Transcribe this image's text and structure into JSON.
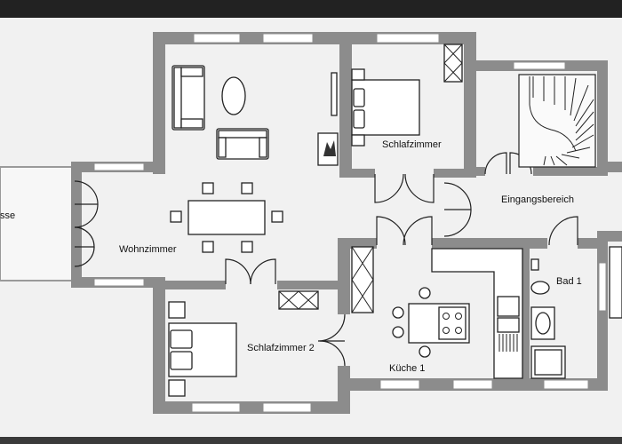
{
  "plan": {
    "rooms": [
      {
        "id": "wohnzimmer",
        "label": "Wohnzimmer"
      },
      {
        "id": "schlafzimmer",
        "label": "Schlafzimmer"
      },
      {
        "id": "eingangsbereich",
        "label": "Eingangsbereich"
      },
      {
        "id": "bad1",
        "label": "Bad 1"
      },
      {
        "id": "schlafzimmer2",
        "label": "Schlafzimmer 2"
      },
      {
        "id": "kueche1",
        "label": "Küche 1"
      },
      {
        "id": "terrasse",
        "label": "sse"
      }
    ]
  }
}
